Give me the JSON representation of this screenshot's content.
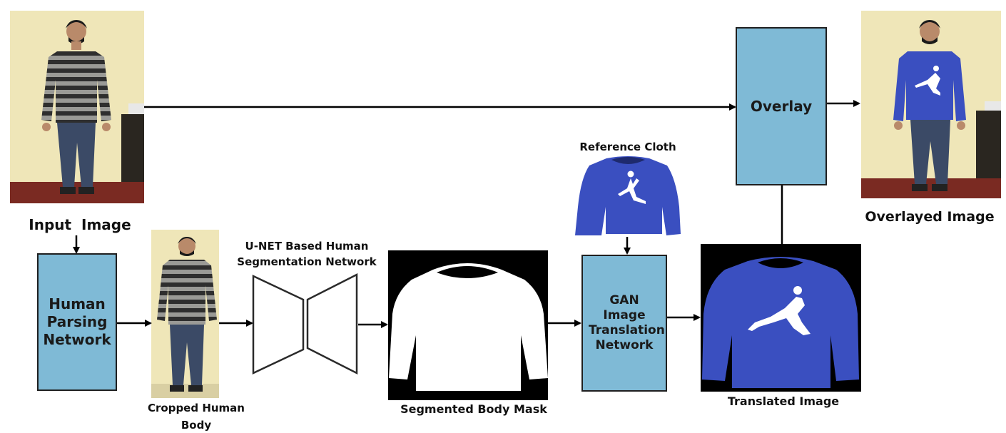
{
  "labels": {
    "input_image": "Input  Image",
    "cropped_line1": "Cropped Human",
    "cropped_line2": "Body",
    "unet_line1": "U-NET Based Human",
    "unet_line2": "Segmentation Network",
    "segmented_mask": "Segmented Body Mask",
    "reference_cloth": "Reference Cloth",
    "translated_image": "Translated Image",
    "overlayed_image": "Overlayed Image"
  },
  "boxes": {
    "human_parsing": "Human Parsing Network",
    "gan": "GAN Image Translation Network",
    "overlay": "Overlay"
  },
  "colors": {
    "box_fill": "#7fbad6",
    "photo_wall": "#efe6b8",
    "photo_floor": "#7a2a22",
    "striped_shirt": "#3a3a3a",
    "sweater_blue": "#3a4fc0",
    "jeans": "#3b4a66",
    "mask_bg": "#000000",
    "mask_fg": "#ffffff"
  }
}
